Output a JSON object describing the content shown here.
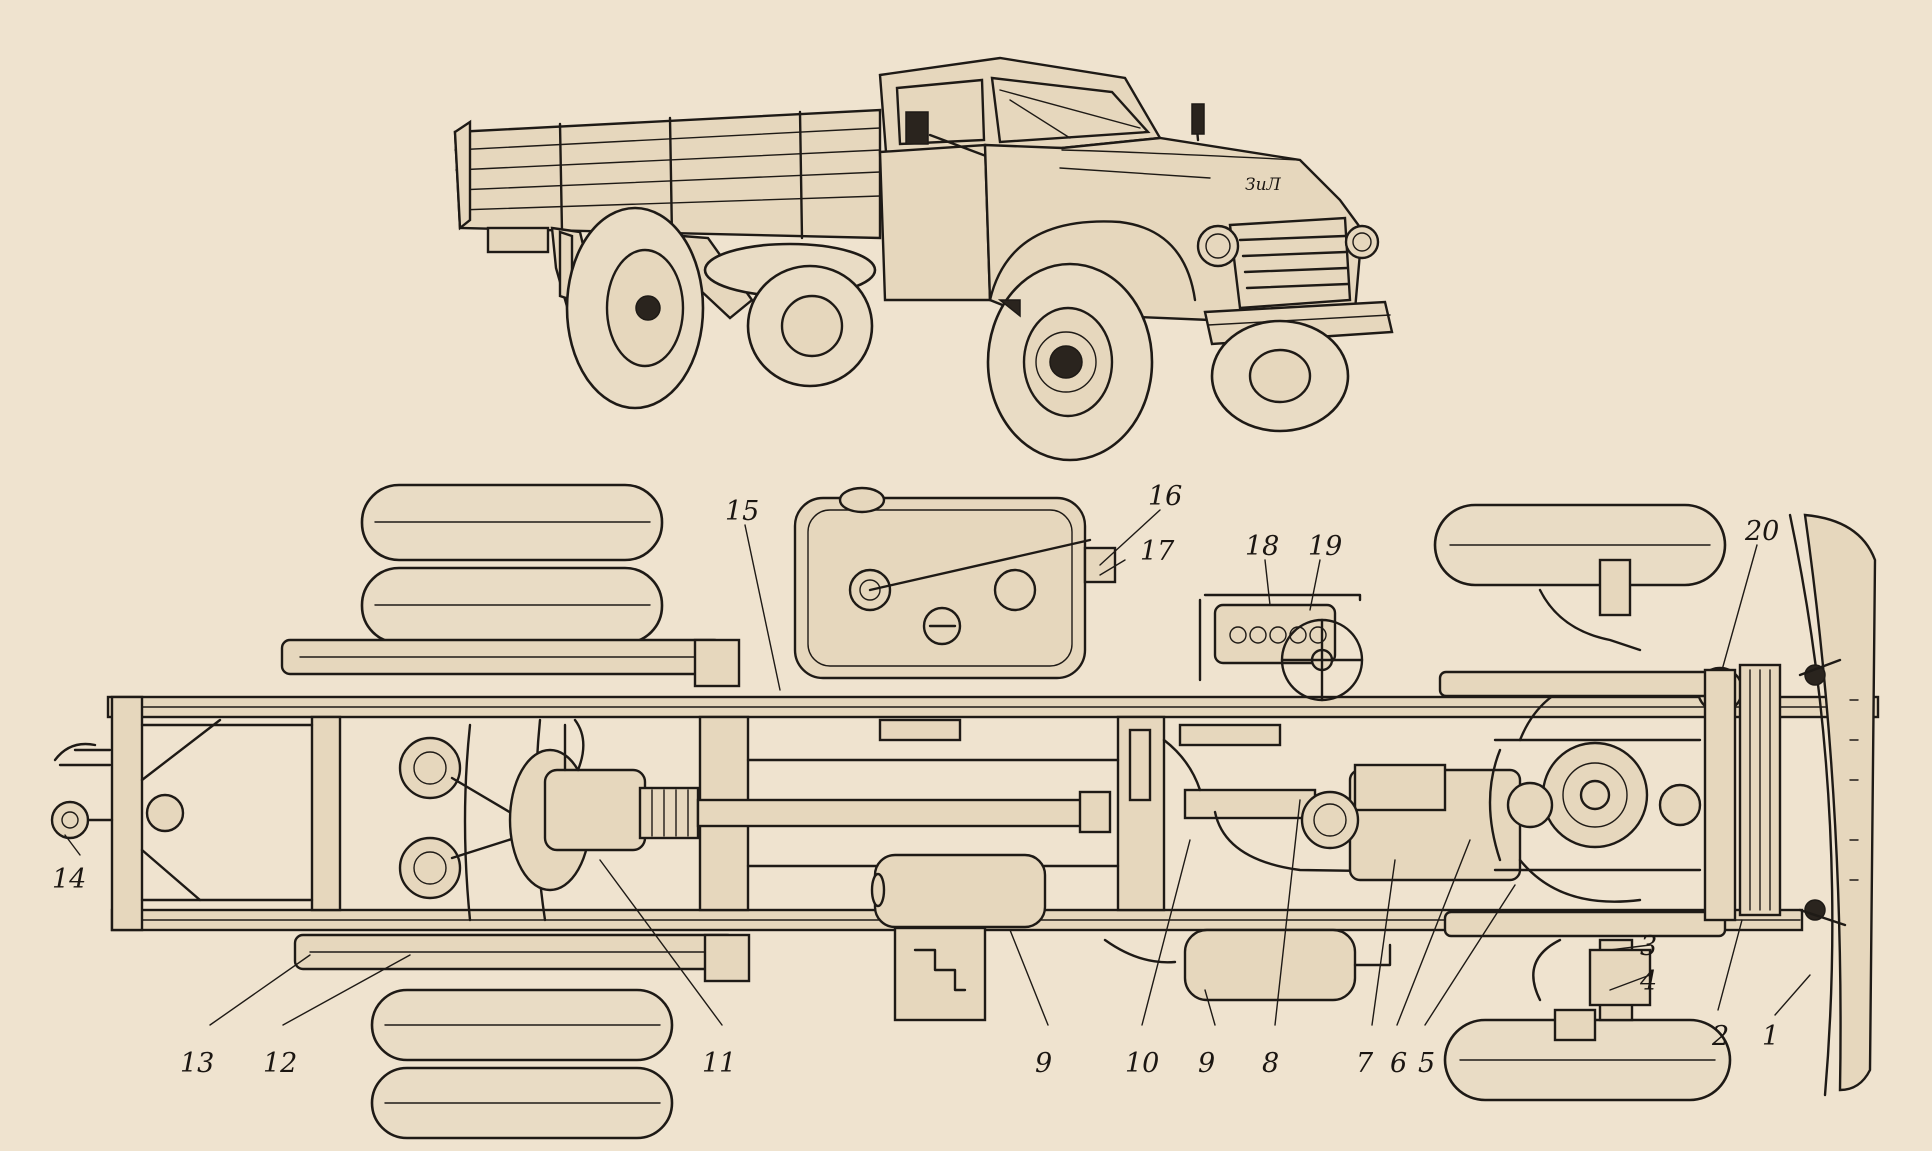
{
  "truck": {
    "badge": "ЗиЛ"
  },
  "callouts": [
    {
      "id": "1",
      "text": "1"
    },
    {
      "id": "2",
      "text": "2"
    },
    {
      "id": "3",
      "text": "3"
    },
    {
      "id": "4",
      "text": "4"
    },
    {
      "id": "5",
      "text": "5"
    },
    {
      "id": "6",
      "text": "6"
    },
    {
      "id": "7",
      "text": "7"
    },
    {
      "id": "8",
      "text": "8"
    },
    {
      "id": "9a",
      "text": "9"
    },
    {
      "id": "9b",
      "text": "9"
    },
    {
      "id": "10",
      "text": "10"
    },
    {
      "id": "11",
      "text": "11"
    },
    {
      "id": "12",
      "text": "12"
    },
    {
      "id": "13",
      "text": "13"
    },
    {
      "id": "14",
      "text": "14"
    },
    {
      "id": "15",
      "text": "15"
    },
    {
      "id": "16",
      "text": "16"
    },
    {
      "id": "17",
      "text": "17"
    },
    {
      "id": "18",
      "text": "18"
    },
    {
      "id": "19",
      "text": "19"
    },
    {
      "id": "20",
      "text": "20"
    }
  ],
  "colors": {
    "paper": "#efe3cf",
    "ink": "#1e1a16"
  }
}
